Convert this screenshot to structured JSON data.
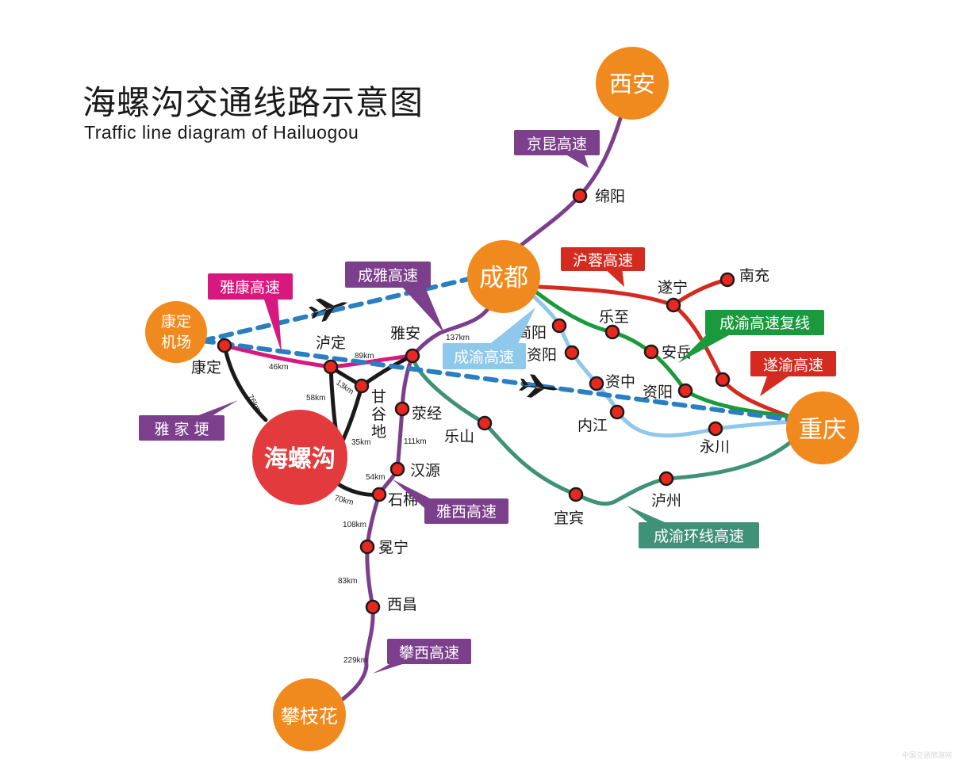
{
  "title": "海螺沟交通线路示意图",
  "subtitle": "Traffic line diagram of Hailuogou",
  "colors": {
    "purple": "#7b3f8c",
    "red": "#d42a20",
    "green": "#1a9a3c",
    "lightblue": "#8ec8ea",
    "teal": "#3f9178",
    "black": "#1a1a1a",
    "magenta": "#d8187f",
    "dashed": "#2a7fc0",
    "orange": "#f08a1e",
    "hailuogou": "#e23a3d",
    "station": "#e8281e"
  },
  "hubs": {
    "xian": "西安",
    "chengdu": "成都",
    "chongqing": "重庆",
    "kangding_airport_1": "康定",
    "kangding_airport_2": "机场",
    "panzhihua": "攀枝花",
    "hailuogou": "海螺沟"
  },
  "stations": {
    "mianyang": "绵阳",
    "suining": "遂宁",
    "nanchong": "南充",
    "lezhi": "乐至",
    "anyue": "安岳",
    "ziyang2": "资阳",
    "jianyang": "简阳",
    "ziyang1": "资阳",
    "zizhong": "资中",
    "neijiang": "内江",
    "yongchuan": "永川",
    "luzhou": "泸州",
    "yibin": "宜宾",
    "leshan": "乐山",
    "yaan": "雅安",
    "luding": "泸定",
    "kangding": "康定",
    "yingjing": "荥经",
    "hanyuan": "汉源",
    "shimian": "石棉",
    "mianning": "冕宁",
    "xichang": "西昌",
    "ganguodi_1": "甘",
    "ganguodi_2": "谷",
    "ganguodi_3": "地"
  },
  "highways": {
    "jingkun": "京昆高速",
    "hurong": "沪蓉高速",
    "chengyu_fuxian": "成渝高速复线",
    "suiyu": "遂渝高速",
    "chengyu": "成渝高速",
    "chengya": "成雅高速",
    "yakang": "雅康高速",
    "yajiageng": "雅 家 埂",
    "yaxi": "雅西高速",
    "chengyu_huanxian": "成渝环线高速",
    "panxi": "攀西高速"
  },
  "distances": {
    "d137": "137km",
    "d89": "89km",
    "d46": "46km",
    "d76": "76km",
    "d58": "58km",
    "d13": "13km",
    "d35": "35km",
    "d111": "111km",
    "d54": "54km",
    "d70": "70km",
    "d108": "108km",
    "d83": "83km",
    "d229": "229km"
  },
  "icons": [
    "airplane-icon"
  ],
  "watermark": "中国交通旅游网"
}
